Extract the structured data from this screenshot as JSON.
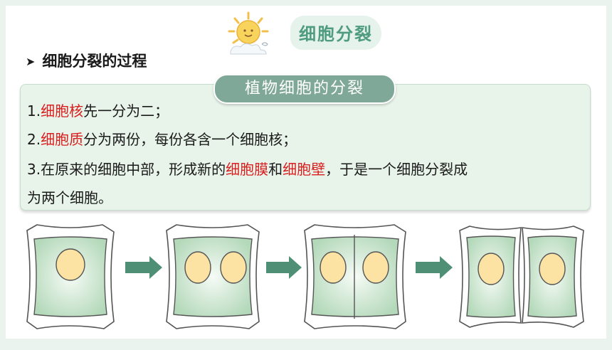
{
  "slide": {
    "title": "细胞分裂",
    "heading": "细胞分裂的过程",
    "box_label": "植物细胞的分裂"
  },
  "steps": [
    {
      "num": "1.",
      "hl1": "细胞核",
      "text1": "先一分为二；"
    },
    {
      "num": "2.",
      "hl1": "细胞质",
      "text1": "分为两份，每份各含一个细胞核；"
    },
    {
      "num": "3.",
      "text0": "在原来的细胞中部，形成新的",
      "hl1": "细胞膜",
      "text1": "和",
      "hl2": "细胞壁",
      "text2": "，于是一个细胞分裂成",
      "line2": "为两个细胞。"
    }
  ],
  "colors": {
    "title": "#4f9c80",
    "highlight": "#d81e1e",
    "box_label_bg": "#7fa899",
    "arrow": "#4f8f76",
    "cell_fill": "#c9e5cd",
    "nucleus": "#fce3a3"
  },
  "icons": [
    "sun-icon",
    "arrow-right-icon"
  ]
}
